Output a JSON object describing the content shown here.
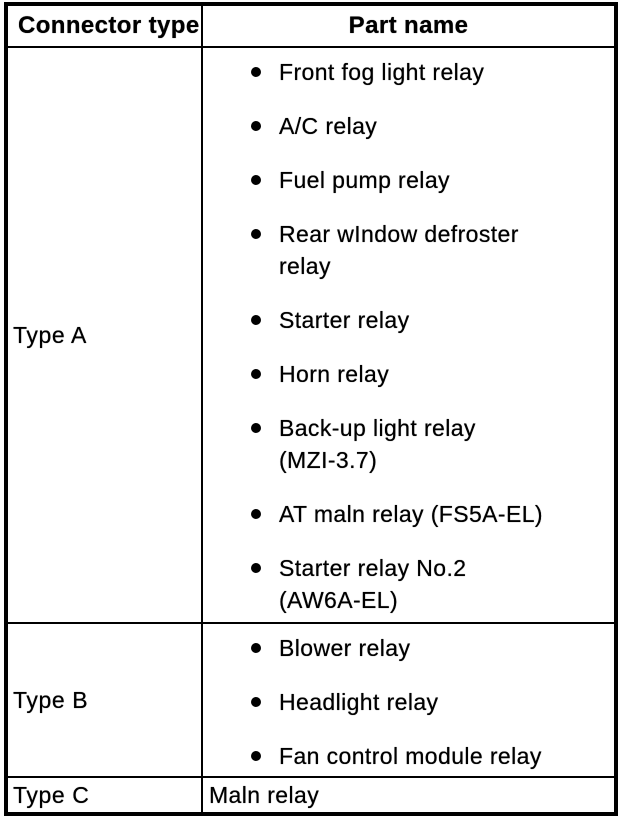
{
  "colors": {
    "border": "#000000",
    "background": "#ffffff",
    "text": "#000000"
  },
  "table": {
    "columns": [
      {
        "label": "Connector type"
      },
      {
        "label": "Part name"
      }
    ],
    "rows": [
      {
        "connector_type": "Type A",
        "bulleted": true,
        "parts": [
          "Front fog light relay",
          "A/C relay",
          "Fuel pump relay",
          "Rear wIndow defroster\nrelay",
          "Starter relay",
          "Horn relay",
          "Back-up light relay\n(MZI-3.7)",
          "AT maln relay (FS5A-EL)",
          "Starter relay No.2\n(AW6A-EL)"
        ]
      },
      {
        "connector_type": "Type B",
        "bulleted": true,
        "parts": [
          "Blower relay",
          "Headlight relay",
          "Fan control module relay"
        ]
      },
      {
        "connector_type": "Type C",
        "bulleted": false,
        "parts": [
          "Maln relay"
        ]
      }
    ]
  }
}
